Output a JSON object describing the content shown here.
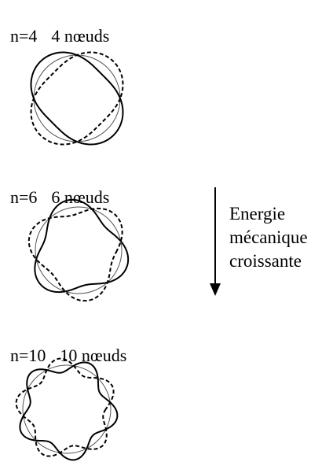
{
  "modes": [
    {
      "n_label": "n=4",
      "nodes_label": "4 nœuds",
      "n": 4
    },
    {
      "n_label": "n=6",
      "nodes_label": "6 nœuds",
      "n": 6
    },
    {
      "n_label": "n=10",
      "nodes_label": "10 nœuds",
      "n": 10
    }
  ],
  "side_text": {
    "line1": "Energie",
    "line2": "mécanique",
    "line3": "croissante"
  },
  "colors": {
    "outer_curve": "#000000",
    "reference_circle": "#555555"
  }
}
